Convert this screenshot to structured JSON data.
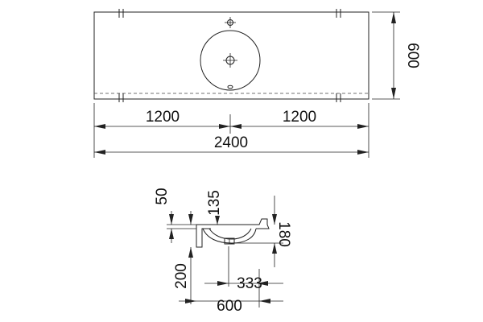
{
  "plan_view": {
    "width_mm": 2400,
    "left_half_mm": 1200,
    "right_half_mm": 1200,
    "depth_mm": 600
  },
  "section_view": {
    "top_thickness_mm": 50,
    "basin_offset_mm": 135,
    "basin_depth_mm": 180,
    "apron_height_mm": 200,
    "basin_position_mm": 333,
    "section_depth_mm": 600
  },
  "labels": {
    "half_left": "1200",
    "half_right": "1200",
    "overall": "2400",
    "depth": "600",
    "top_thickness": "50",
    "basin_offset": "135",
    "basin_depth": "180",
    "apron_height": "200",
    "basin_position": "333",
    "section_depth": "600"
  }
}
